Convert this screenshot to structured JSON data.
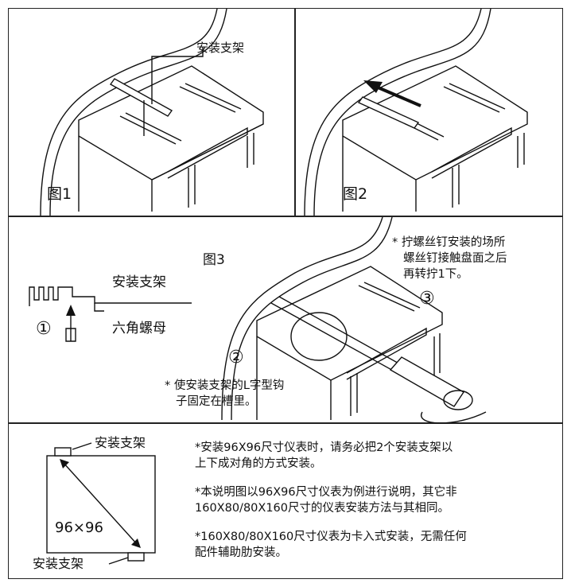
{
  "panel1": {
    "left_label": "安装支架",
    "fig1": "图1",
    "fig2": "图2"
  },
  "panel2": {
    "fig3": "图3",
    "bracket_label": "安装支架",
    "nut_label": "六角螺母",
    "step1": "①",
    "step2": "②",
    "step3": "③",
    "note_top_line1": "* 拧螺丝钉安装的场所",
    "note_top_line2": "螺丝钉接触盘面之后",
    "note_top_line3": "再转拧1下。",
    "note_bottom_line1": "* 使安装支架的L字型钩",
    "note_bottom_line2": "子固定在槽里。"
  },
  "panel3": {
    "bracket_top": "安装支架",
    "bracket_bottom": "安装支架",
    "size_label": "96×96",
    "note1_line1": "*安装96X96尺寸仪表时，请务必把2个安装支架以",
    "note1_line2": "上下成对角的方式安装。",
    "note2_line1": "*本说明图以96X96尺寸仪表为例进行说明，其它非",
    "note2_line2": "160X80/80X160尺寸的仪表安装方法与其相同。",
    "note3_line1": "*160X80/80X160尺寸仪表为卡入式安装，无需任何",
    "note3_line2": "配件辅助肋安装。"
  }
}
